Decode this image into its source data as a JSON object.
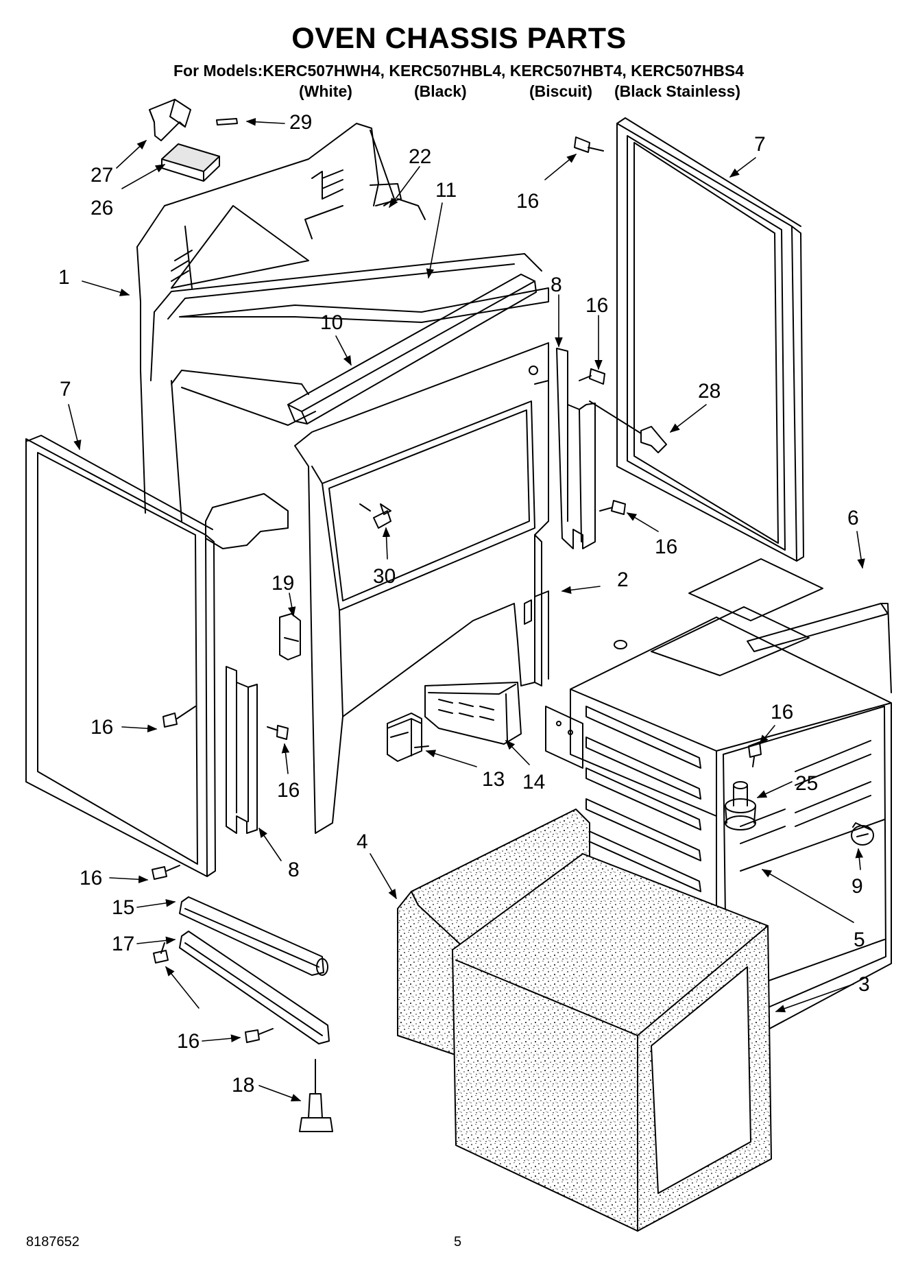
{
  "header": {
    "title": "OVEN CHASSIS PARTS",
    "models_line": "For Models:KERC507HWH4, KERC507HBL4, KERC507HBT4, KERC507HBS4",
    "variants": [
      "(White)",
      "(Black)",
      "(Biscuit)",
      "(Black Stainless)"
    ]
  },
  "callouts": [
    "29",
    "27",
    "26",
    "22",
    "11",
    "7",
    "16",
    "1",
    "8",
    "16",
    "10",
    "28",
    "7",
    "30",
    "16",
    "6",
    "2",
    "19",
    "16",
    "16",
    "13",
    "14",
    "16",
    "25",
    "4",
    "16",
    "8",
    "15",
    "9",
    "17",
    "5",
    "3",
    "16",
    "18"
  ],
  "footer": {
    "doc_number": "8187652",
    "page_number": "5"
  }
}
